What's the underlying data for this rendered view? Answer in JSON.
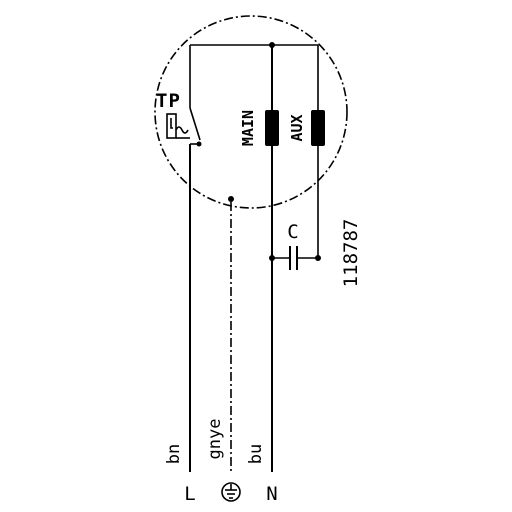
{
  "labels": {
    "thermal_protector": "TP",
    "winding_main": "MAIN",
    "winding_aux": "AUX",
    "capacitor": "C",
    "drawing_number": "118787"
  },
  "wires": {
    "brown": "bn",
    "green_yellow": "gnye",
    "blue": "bu"
  },
  "terminals": {
    "line": "L",
    "neutral": "N"
  },
  "colors": {
    "ink": "#000000",
    "background": "#ffffff"
  }
}
